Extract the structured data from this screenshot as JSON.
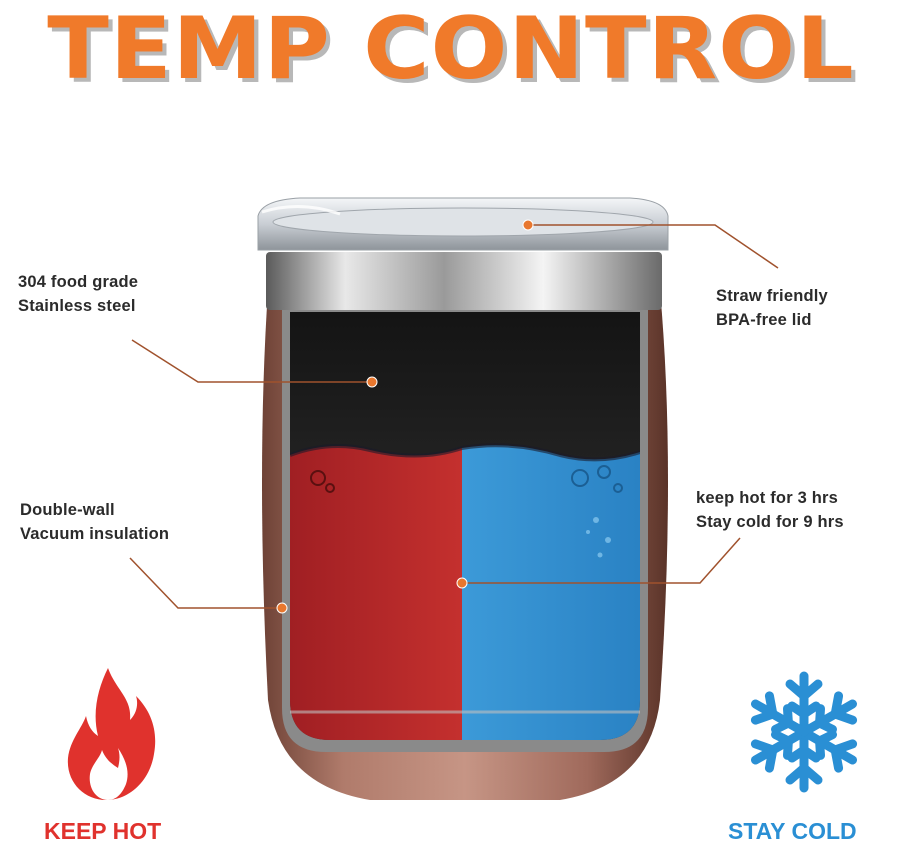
{
  "title": "TEMP CONTROL",
  "callouts": {
    "steel": {
      "line1": "304 food grade",
      "line2": "Stainless steel"
    },
    "lid": {
      "line1": "Straw friendly",
      "line2": "BPA-free lid"
    },
    "insulation": {
      "line1": "Double-wall",
      "line2": "Vacuum insulation"
    },
    "temp": {
      "line1": "keep hot for 3 hrs",
      "line2": "Stay cold for 9 hrs"
    }
  },
  "hot": {
    "label": "KEEP HOT",
    "icon": "flame-icon",
    "color": "#e0322d"
  },
  "cold": {
    "label": "STAY COLD",
    "icon": "snowflake-icon",
    "color": "#2a8fd4"
  },
  "colors": {
    "accent": "#f07a2a",
    "leader": "#a0522d",
    "hot_liquid": "#b8262a",
    "cold_liquid": "#3b97d6",
    "tumbler": "#a06a5c"
  }
}
